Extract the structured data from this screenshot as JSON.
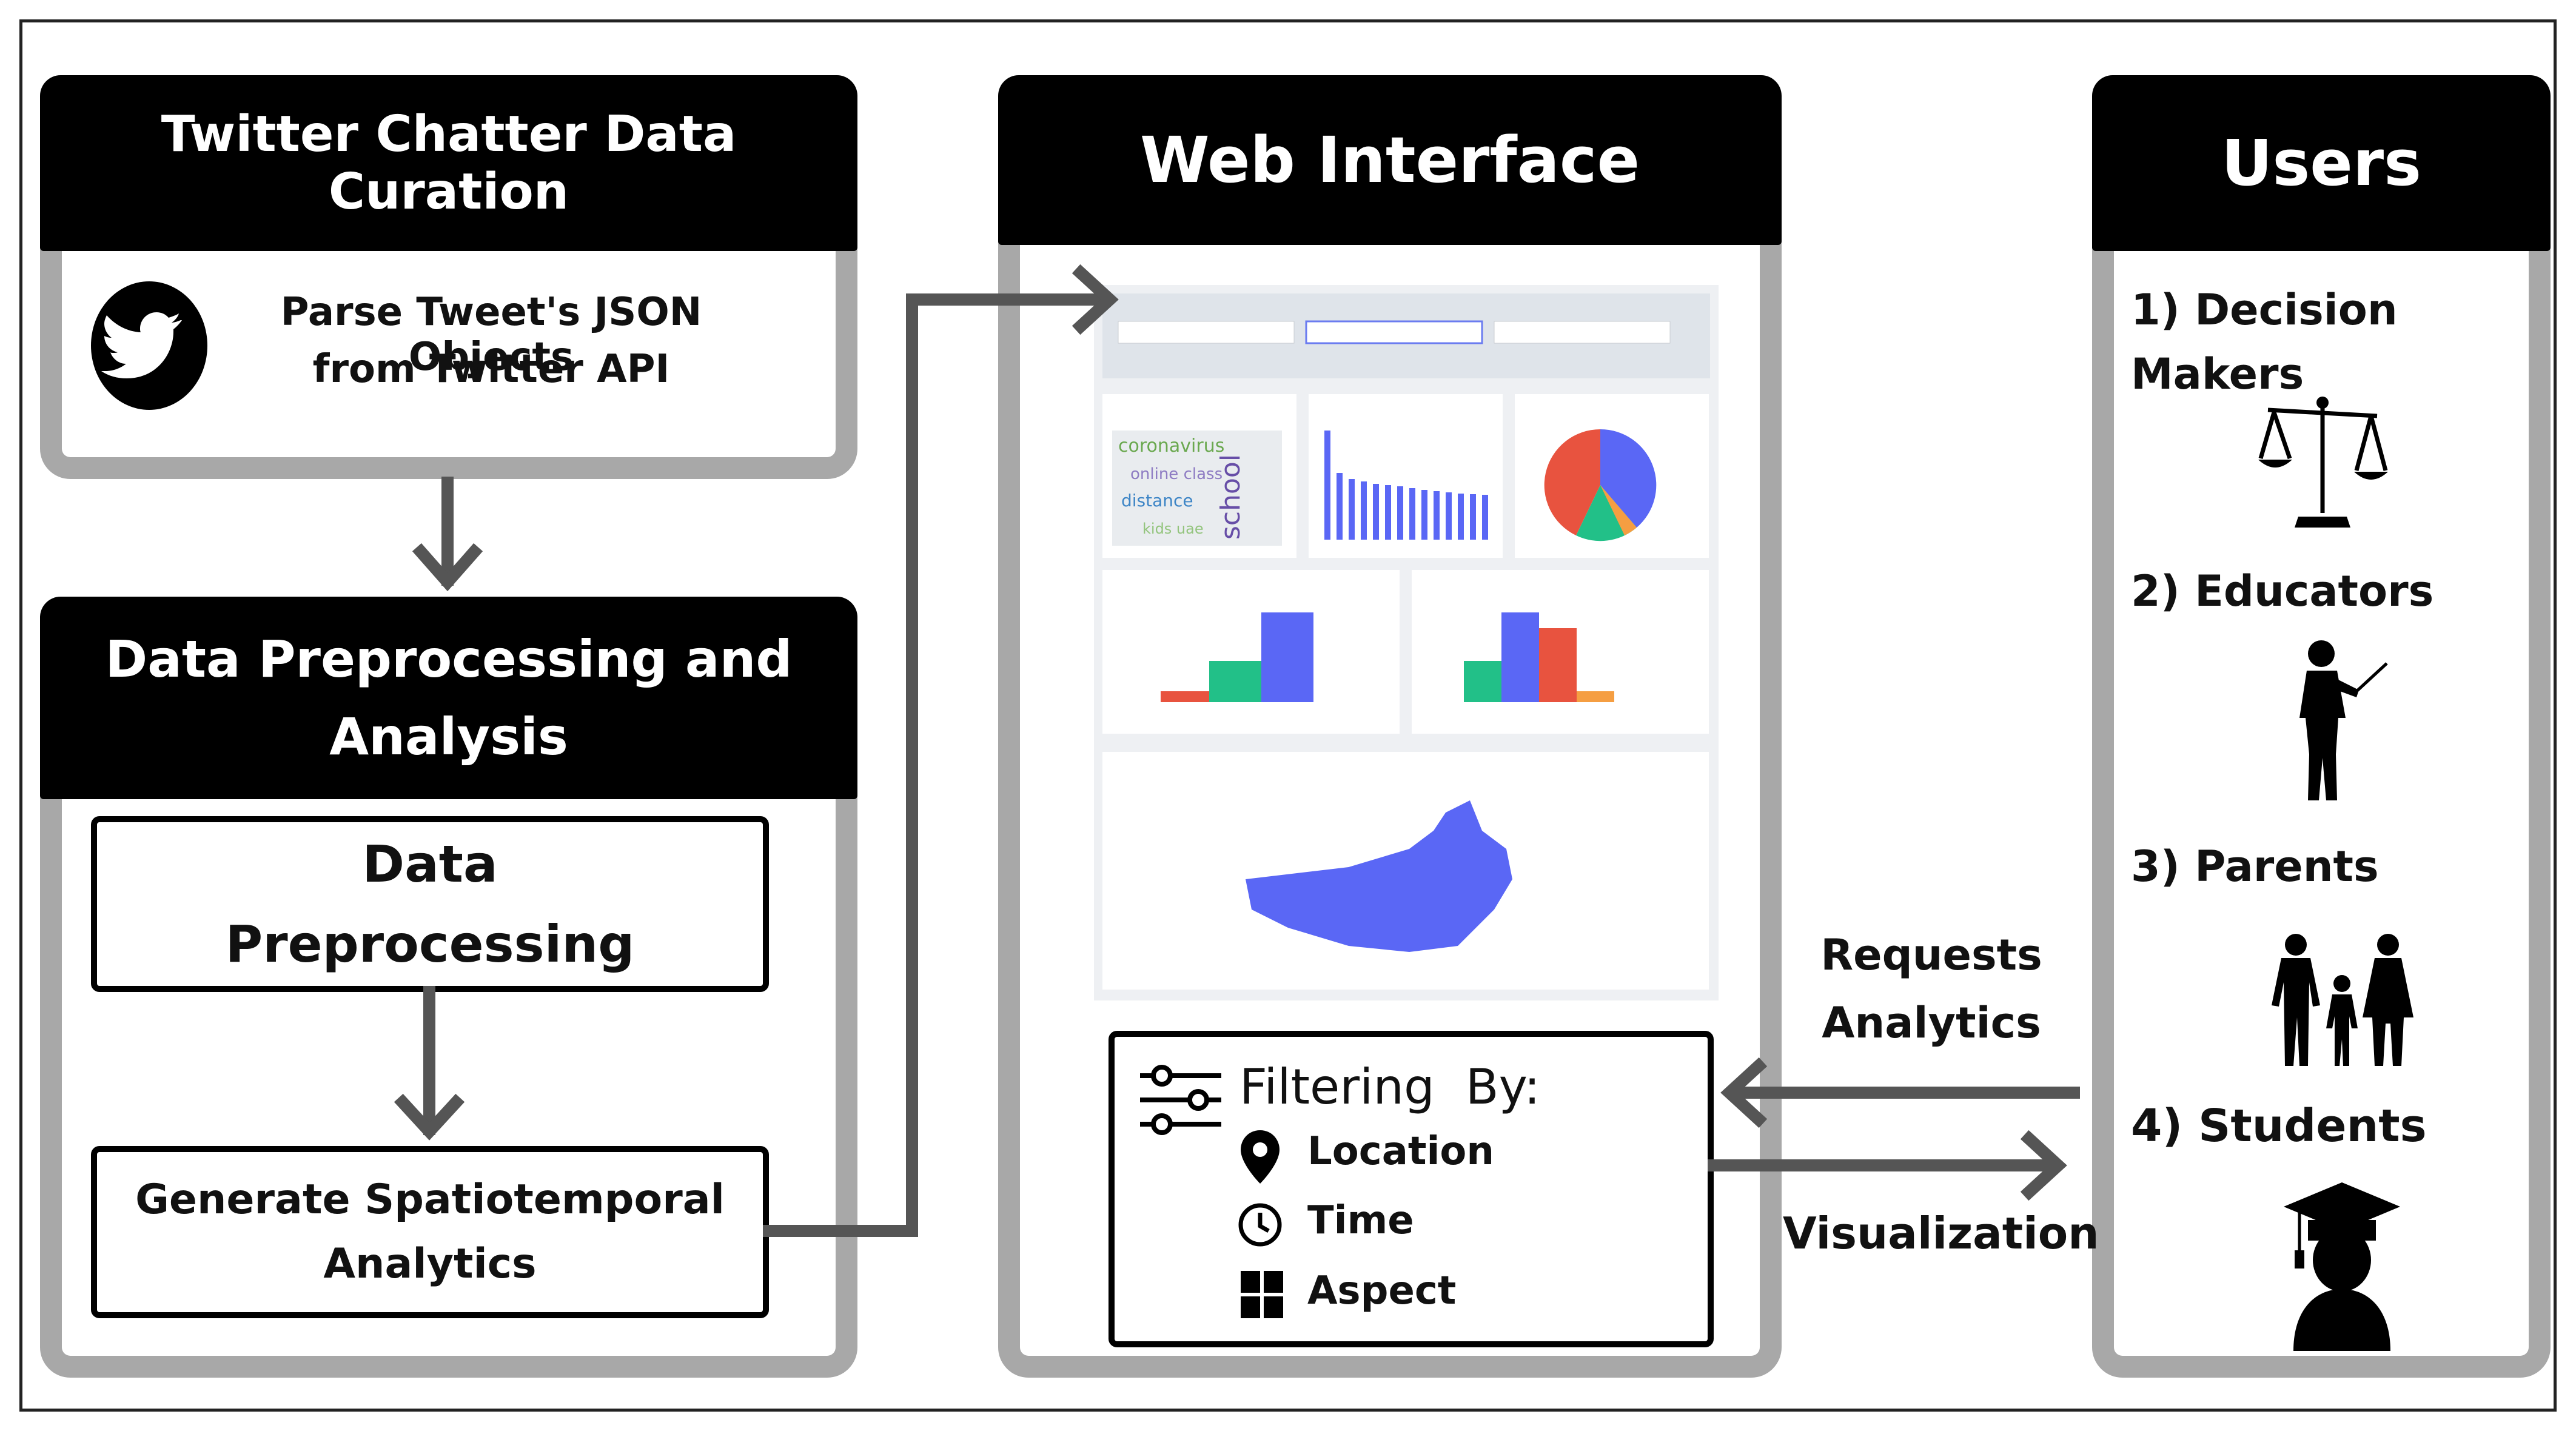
{
  "curation": {
    "title": "Twitter Chatter Data Curation",
    "parse_line1": "Parse Tweet's JSON Objects",
    "parse_line2": "from Twitter API",
    "icon": "twitter-bird-icon"
  },
  "preprocessing": {
    "title_line1": "Data Preprocessing and",
    "title_line2": "Analysis",
    "step1_line1": "Data",
    "step1_line2": "Preprocessing",
    "step2_line1": "Generate Spatiotemporal",
    "step2_line2": "Analytics"
  },
  "web": {
    "title": "Web Interface",
    "filter_title": "Filtering  By:",
    "filters": [
      {
        "label": "Location",
        "icon": "location-pin-icon"
      },
      {
        "label": "Time",
        "icon": "clock-icon"
      },
      {
        "label": "Aspect",
        "icon": "grid-squares-icon"
      }
    ],
    "filter_icon": "sliders-icon"
  },
  "flows": {
    "requests_line1": "Requests",
    "requests_line2": "Analytics",
    "visualization": "Visualization"
  },
  "users": {
    "title": "Users",
    "items": [
      {
        "line1": "1) Decision",
        "line2": "Makers",
        "icon": "scales-of-justice-icon"
      },
      {
        "line1": "2) Educators",
        "icon": "teacher-pointing-icon"
      },
      {
        "line1": "3) Parents",
        "icon": "family-icon"
      },
      {
        "line1": "4) Students",
        "icon": "graduate-cap-icon"
      }
    ]
  },
  "colors": {
    "header_bg": "#000000",
    "panel_border": "#a8a8a8",
    "arrow": "#555555",
    "chart_blue": "#5a67f5",
    "chart_green": "#22c088",
    "chart_red": "#e8533f",
    "chart_orange": "#f59e42"
  }
}
